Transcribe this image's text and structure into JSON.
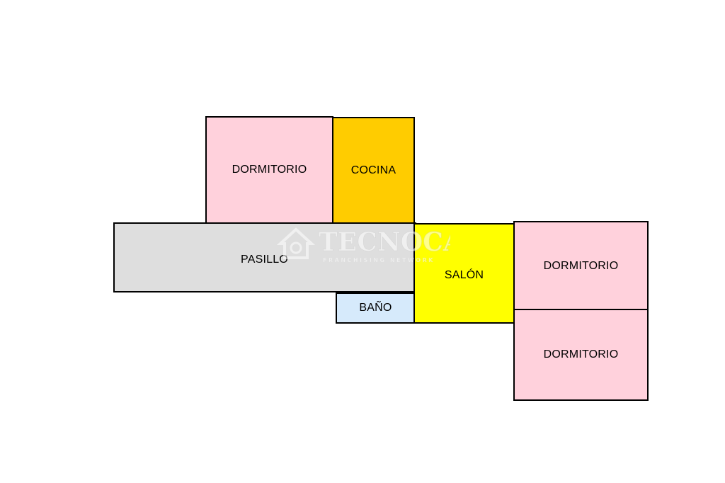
{
  "colors": {
    "dormitorio": "#FFD1DC",
    "cocina": "#FFCC00",
    "pasillo": "#DEDEDE",
    "bano": "#D6EAFB",
    "salon": "#FFFF00",
    "border": "#000000",
    "watermark": "#FFFFFF"
  },
  "rooms": {
    "dormitorio_top": "DORMITORIO",
    "cocina": "COCINA",
    "pasillo": "PASILLO",
    "bano": "BAÑO",
    "salon": "SALÓN",
    "dormitorio_right_1": "DORMITORIO",
    "dormitorio_right_2": "DORMITORIO"
  },
  "watermark": {
    "brand": "TECNOCASA",
    "tagline": "FRANCHISING NETWORK",
    "icon": "house-logo-icon"
  }
}
